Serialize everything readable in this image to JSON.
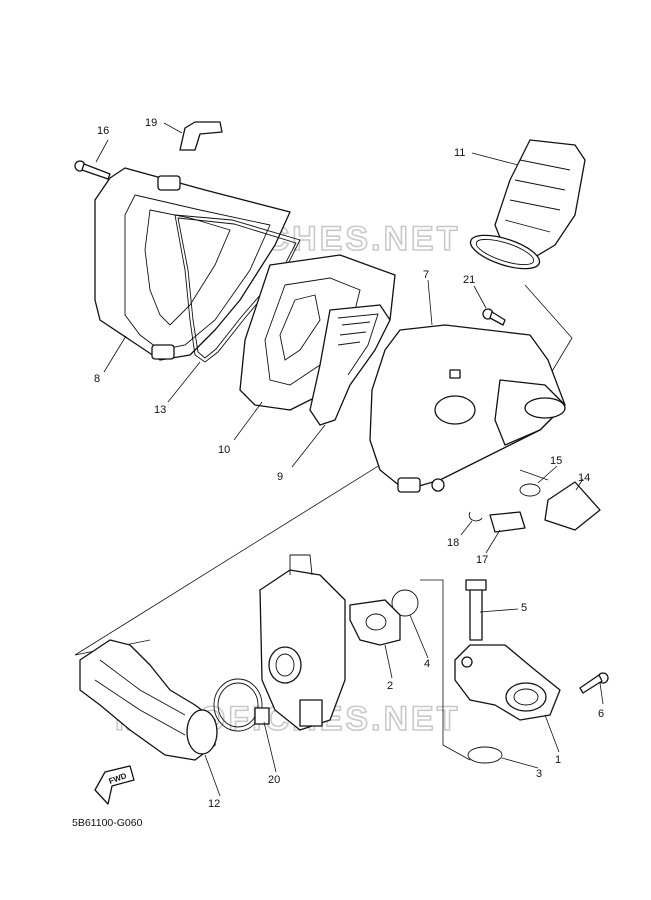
{
  "diagram_code": "5B61100-G060",
  "watermark": "MOTOFICHES.NET",
  "fwd_label": "FWD",
  "part_labels": [
    "1",
    "2",
    "3",
    "4",
    "5",
    "6",
    "7",
    "8",
    "9",
    "10",
    "11",
    "12",
    "13",
    "14",
    "15",
    "16",
    "17",
    "18",
    "19",
    "20",
    "21"
  ]
}
